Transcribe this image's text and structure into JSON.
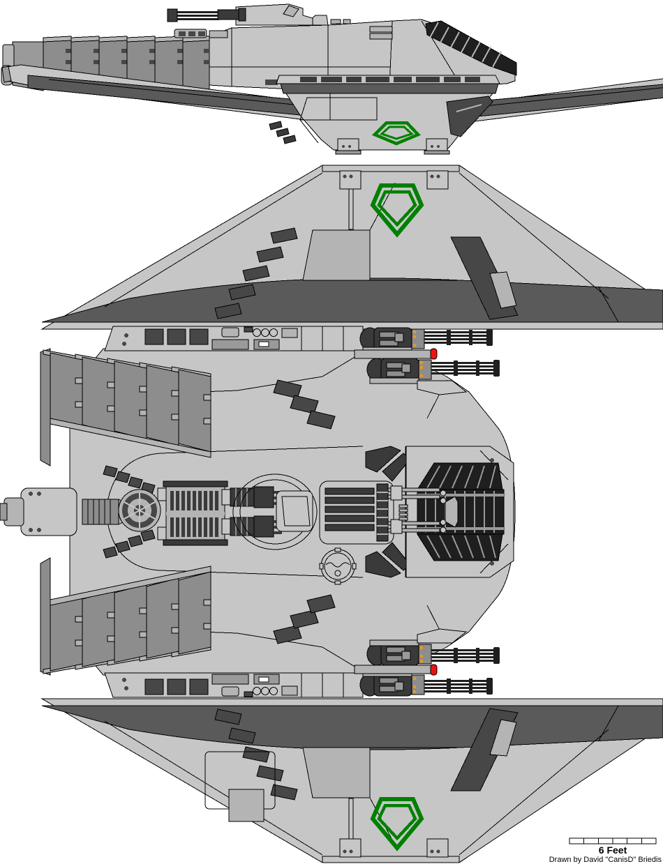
{
  "document": {
    "type": "spacecraft schematic blueprint, pixel-art line drawing",
    "background": "#ffffff",
    "orientation": "ship nose pointing right"
  },
  "views": [
    {
      "id": "side-view",
      "name": "side profile view with engine fins, dorsal cannon and striped canopy"
    },
    {
      "id": "front-view",
      "name": "front elevation view with swept wings, dark visor band and small insignia"
    },
    {
      "id": "rear-view",
      "name": "upper rear quarter view, wide delta hull with insignia and dark wing band"
    },
    {
      "id": "top-view",
      "name": "top plan view with engine baffle fins, central machinery, twin gun pods and ribbed nose"
    },
    {
      "id": "bottom-view",
      "name": "lower quarter view, inverted delta hull with insignia and dark wing band"
    }
  ],
  "emblem": {
    "name": "green double-outline pentagon insignia",
    "color": "#008000",
    "count": 3
  },
  "scale_bar": {
    "label": "6 Feet",
    "segments": 6
  },
  "credit": {
    "text": "Drawn by David \"CanisD\" Briedis"
  },
  "colors": {
    "bg": "#ffffff",
    "outline": "#000000",
    "hull-light": "#c6c6c6",
    "hull-mid": "#9a9a9a",
    "hull-shade": "#b4b4b4",
    "fin-gray": "#8d8d8d",
    "band-dark": "#5a5a5a",
    "panel-dark": "#474747",
    "machine-dark": "#3a3a3a",
    "near-black": "#1f1f1f",
    "emblem-green": "#008000",
    "accent-orange": "#e8981e",
    "accent-red": "#ee1111"
  }
}
